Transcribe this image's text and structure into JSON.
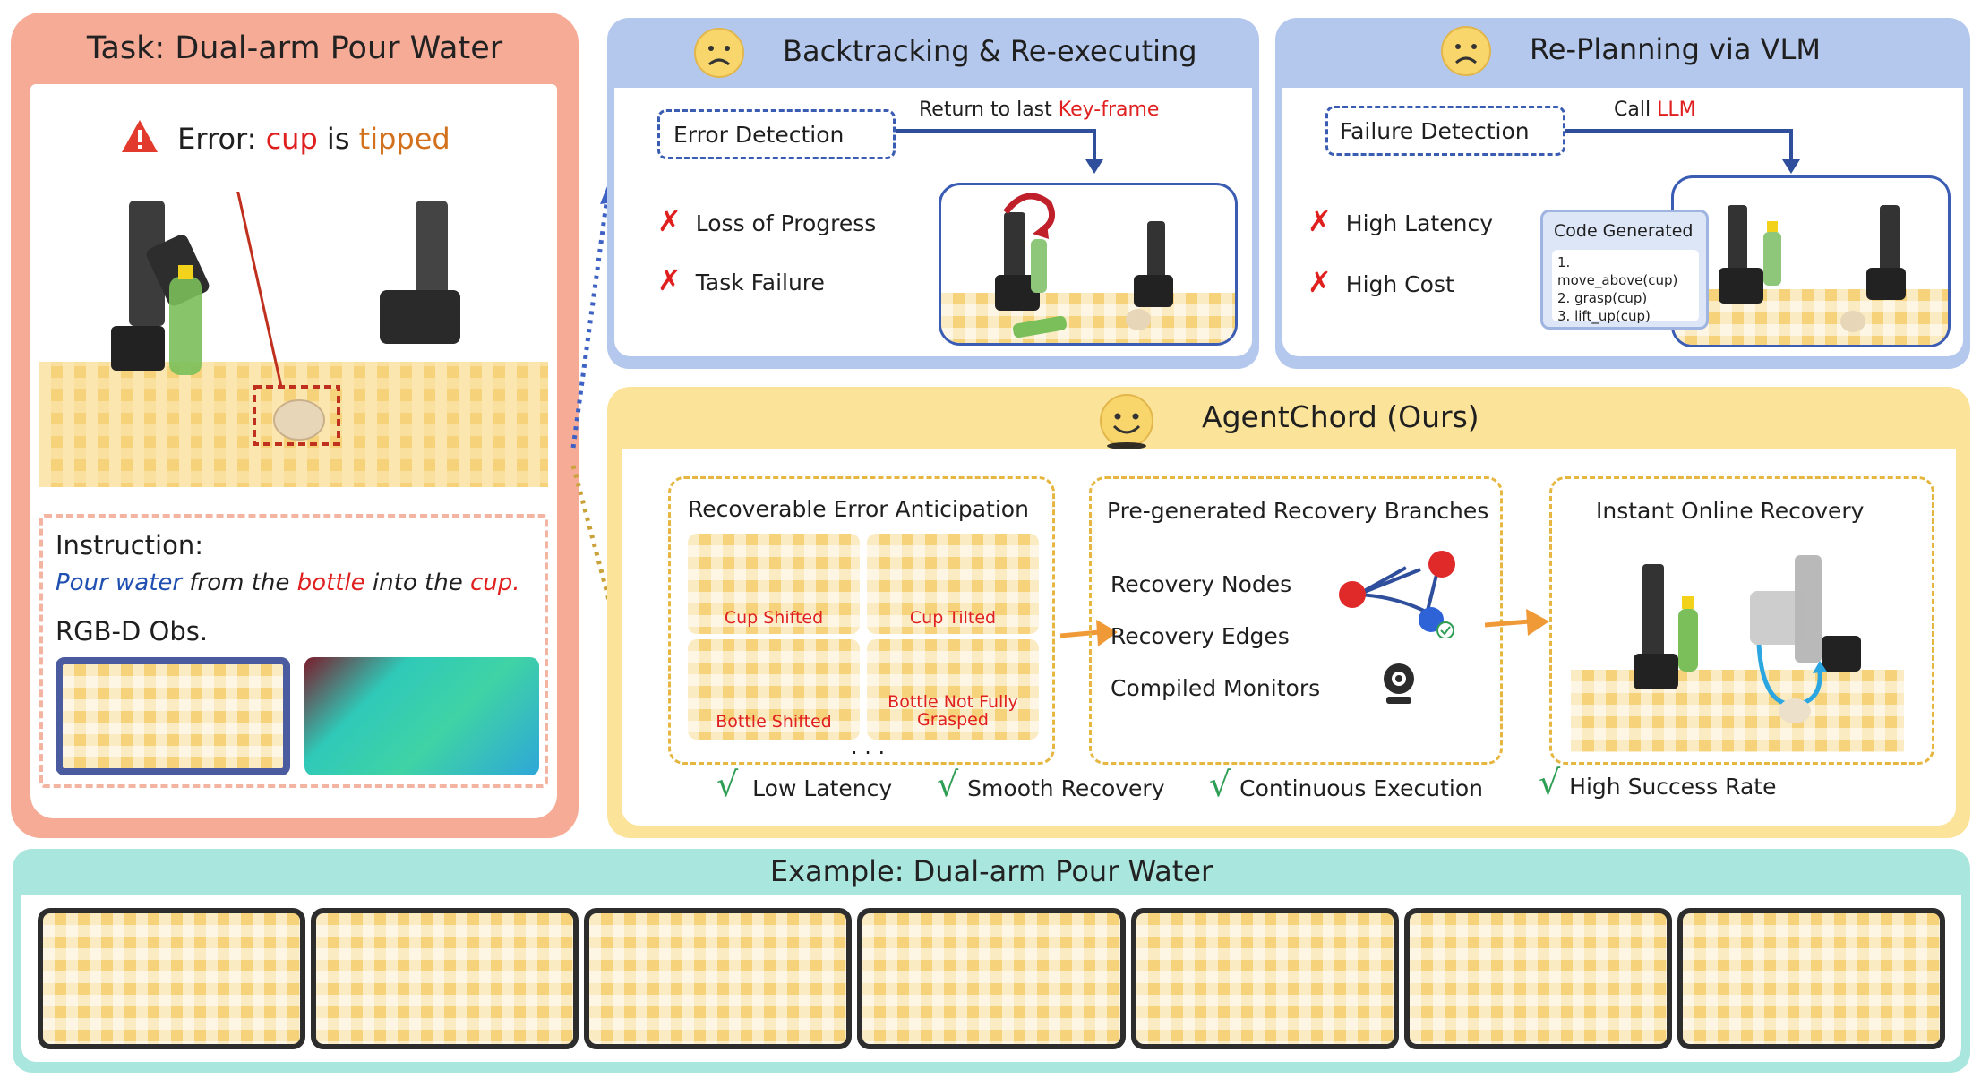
{
  "task_panel": {
    "title": "Task: Dual-arm Pour Water",
    "error_prefix": "Error:",
    "error_subject": "cup",
    "error_verb": "is",
    "error_state": "tipped",
    "instruction_label": "Instruction:",
    "instruction_parts": [
      "Pour water",
      "from the",
      "bottle",
      "into the",
      "cup."
    ],
    "obs_label": "RGB-D Obs."
  },
  "backtracking_panel": {
    "title": "Backtracking & Re-executing",
    "box_label": "Error Detection",
    "arrow_label_prefix": "Return to last",
    "arrow_label_highlight": "Key-frame",
    "items": [
      "Loss of Progress",
      "Task Failure"
    ]
  },
  "replanning_panel": {
    "title": "Re-Planning via VLM",
    "box_label": "Failure Detection",
    "arrow_label_prefix": "Call",
    "arrow_label_highlight": "LLM",
    "items": [
      "High Latency",
      "High Cost"
    ],
    "code_title": "Code Generated",
    "code_lines": [
      "1. move_above(cup)",
      "2. grasp(cup)",
      "3. lift_up(cup)"
    ]
  },
  "agentchord_panel": {
    "title": "AgentChord (Ours)",
    "anticipation_title": "Recoverable Error Anticipation",
    "anticipation_thumbs": [
      "Cup Shifted",
      "Cup Tilted",
      "Bottle Shifted",
      "Bottle Not Fully Grasped"
    ],
    "ellipsis": ". . .",
    "branches_title": "Pre-generated Recovery Branches",
    "branches_items": [
      "Recovery Nodes",
      "Recovery Edges",
      "Compiled Monitors"
    ],
    "recovery_title": "Instant Online Recovery",
    "benefits": [
      "Low Latency",
      "Smooth Recovery",
      "Continuous Execution",
      "High Success Rate"
    ]
  },
  "example_panel": {
    "title": "Example: Dual-arm Pour Water",
    "frame_count": 7
  },
  "colors": {
    "task_border": "#f4a48f",
    "task_header": "#f7b19e",
    "blue_panel": "#b4c7ec",
    "blue_dark": "#2f4f9d",
    "yellow_panel": "#fbe39a",
    "yellow_dash": "#e5b640",
    "teal_panel": "#a9e6dd",
    "error_red": "#e01f1f",
    "accent_orange": "#ef9a37"
  }
}
